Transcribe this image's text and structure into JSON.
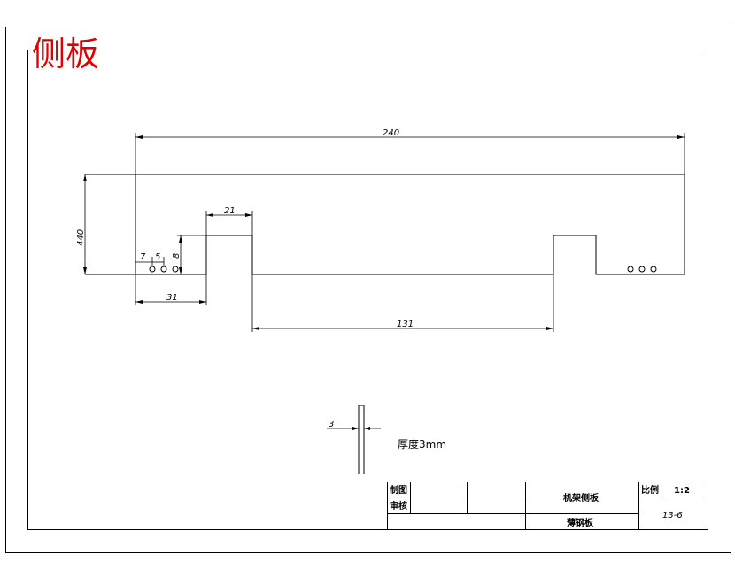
{
  "title": "侧板",
  "dimensions": {
    "overall_length": "240",
    "height": "440",
    "tab_width": "21",
    "hole_offset": "7",
    "hole_spacing": "5",
    "hole_height": "8",
    "tab_offset": "31",
    "tab_gap": "131",
    "thickness_dim": "3"
  },
  "thickness_note": "厚度3mm",
  "title_block": {
    "drawn_label": "制图",
    "checked_label": "审核",
    "part_name": "机架侧板",
    "material": "薄钢板",
    "scale_label": "比例",
    "scale_value": "1:2",
    "drawing_number": "13-6"
  }
}
